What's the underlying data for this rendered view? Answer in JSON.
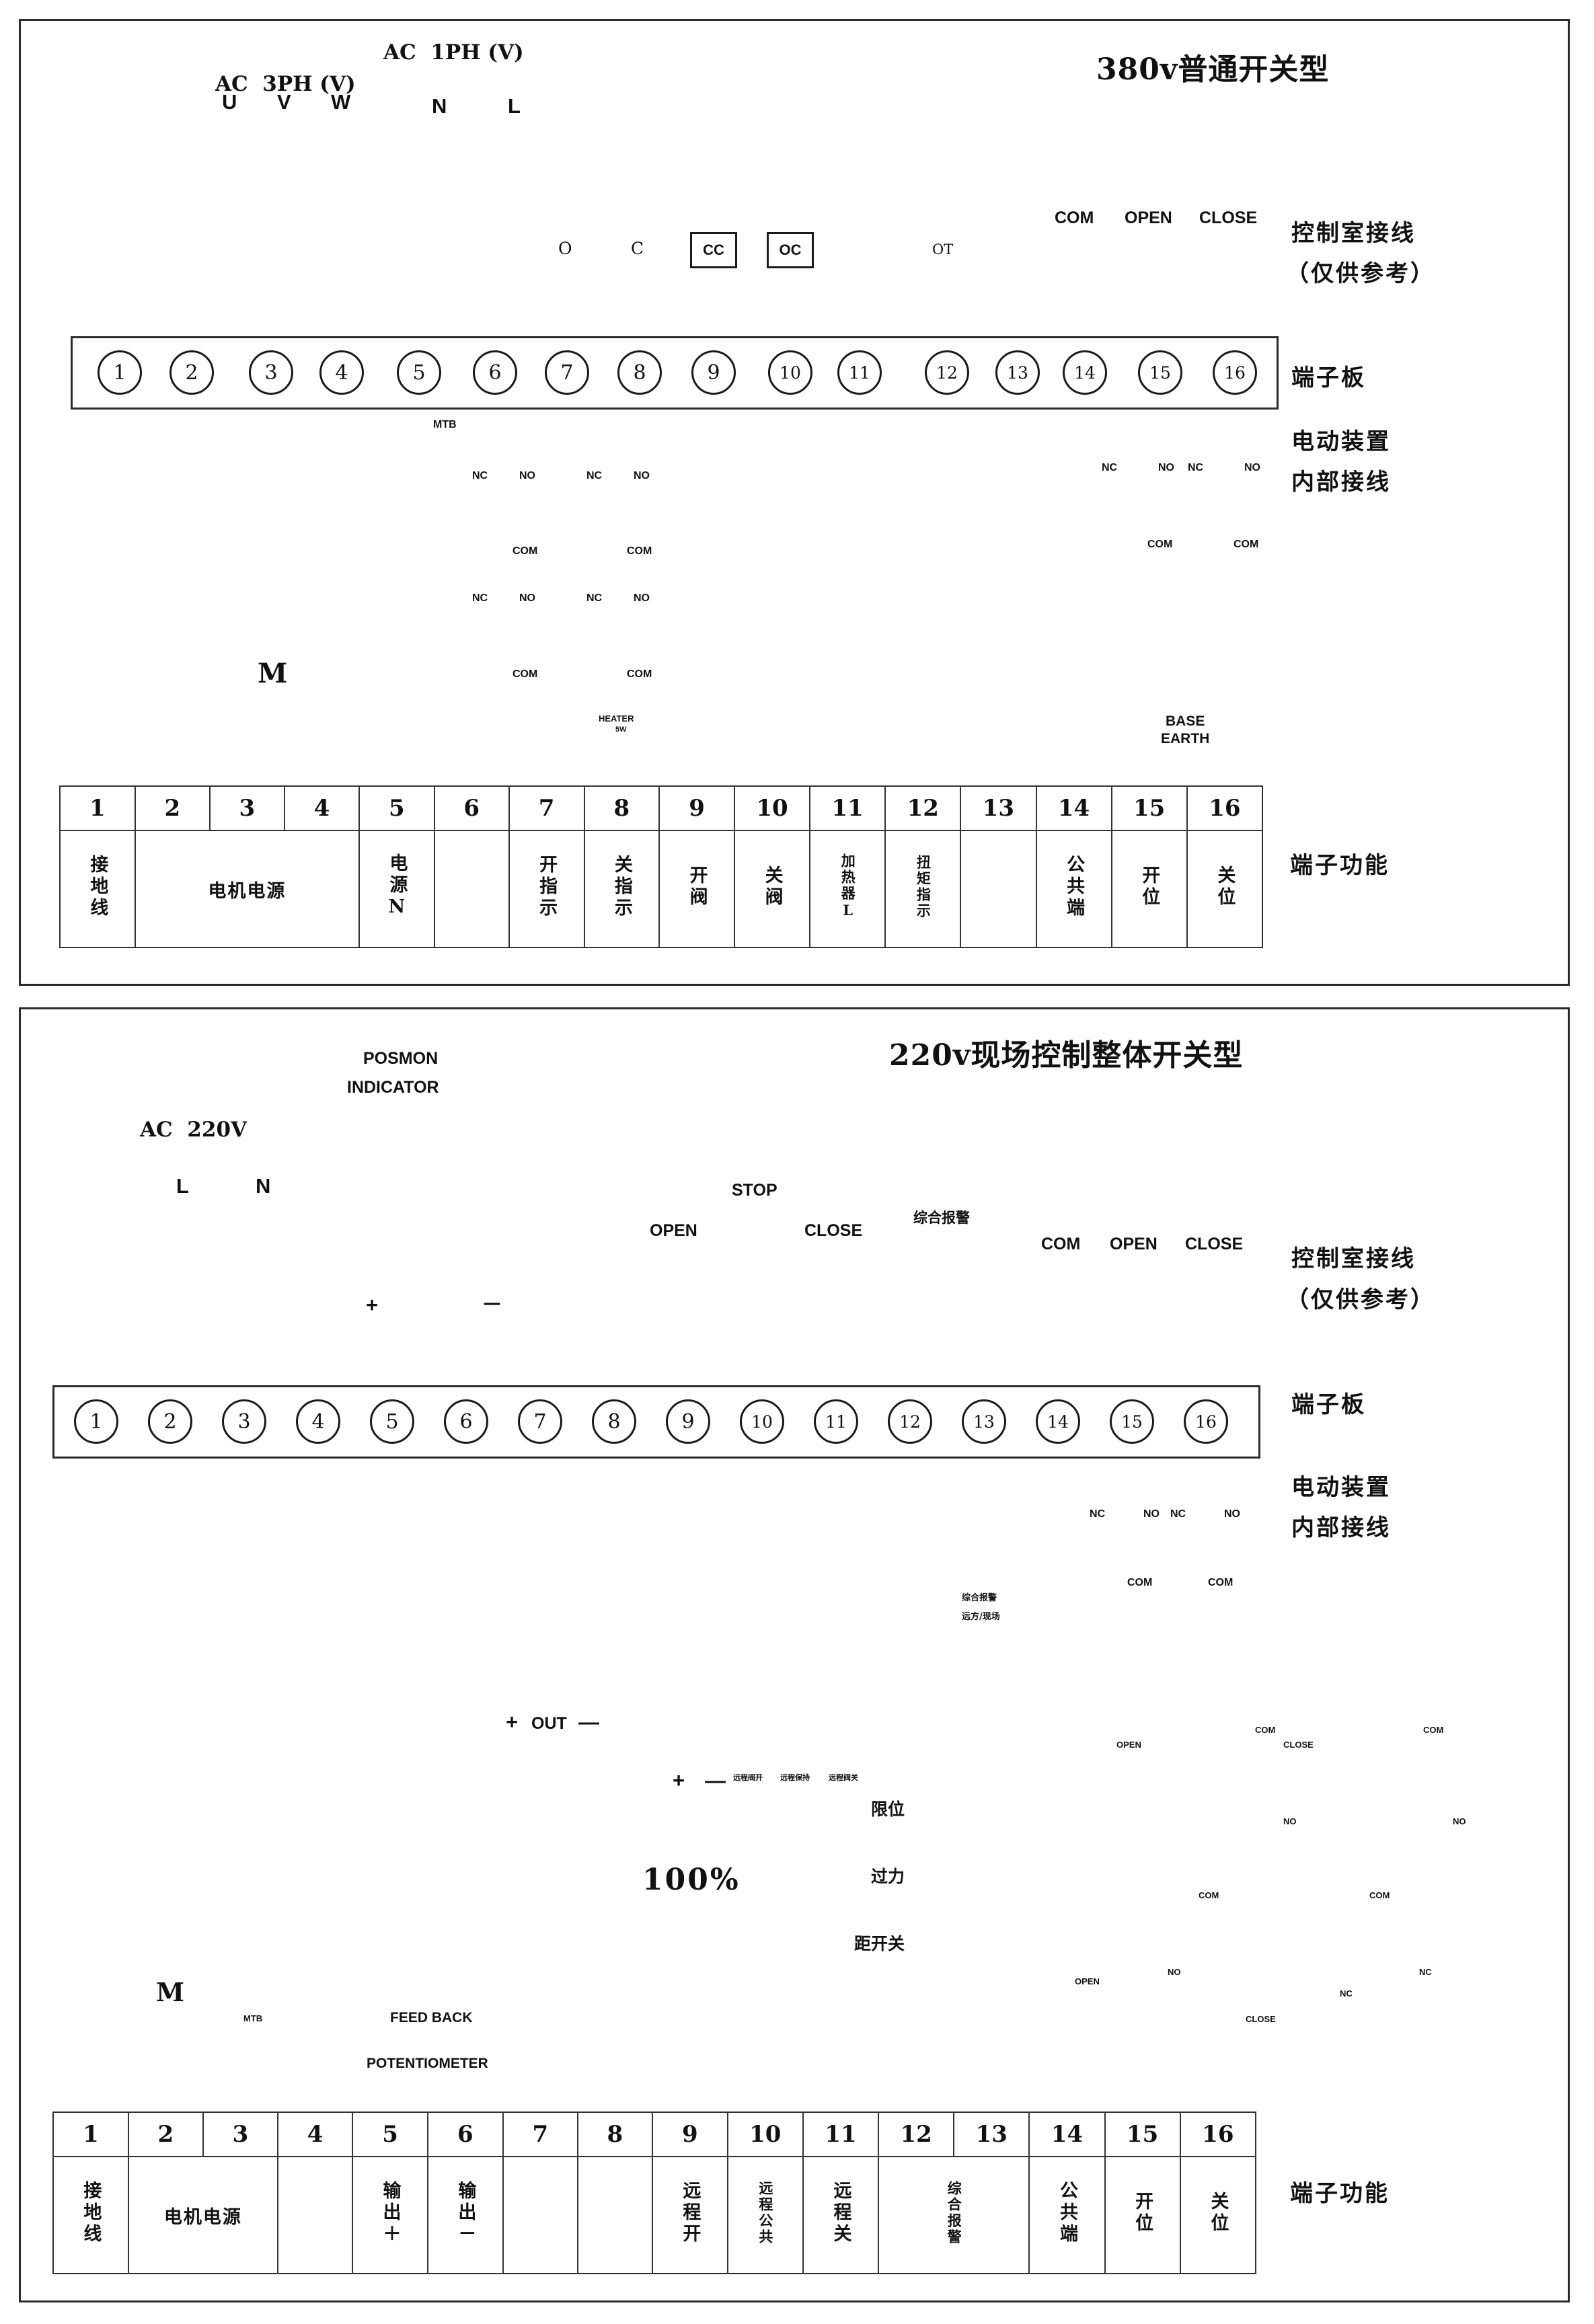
{
  "diagram1": {
    "title": "380v普通开关型",
    "supply_3ph_label": "AC  3PH (V)",
    "supply_1ph_label": "AC  1PH (V)",
    "phase_labels": [
      "U",
      "V",
      "W"
    ],
    "single_phase_labels": [
      "N",
      "L"
    ],
    "lamp_labels": [
      "O",
      "C",
      "CC",
      "OC",
      "OT"
    ],
    "contact_header_labels": [
      "COM",
      "OPEN",
      "CLOSE"
    ],
    "side_labels": {
      "control_room": "控制室接线",
      "control_room_note": "（仅供参考）",
      "terminal_board": "端子板",
      "device_internal_1": "电动装置",
      "device_internal_2": "内部接线",
      "terminal_function": "端子功能"
    },
    "mtb_label": "MTB",
    "switch_labels": [
      "NC",
      "NO",
      "COM"
    ],
    "heater_label": "HEATER",
    "heater_power": "5W",
    "earth_label_1": "BASE",
    "earth_label_2": "EARTH",
    "terminal_numbers": [
      "1",
      "2",
      "3",
      "4",
      "5",
      "6",
      "7",
      "8",
      "9",
      "10",
      "11",
      "12",
      "13",
      "14",
      "15",
      "16"
    ],
    "function_table": {
      "numbers": [
        "1",
        "2",
        "3",
        "4",
        "5",
        "6",
        "7",
        "8",
        "9",
        "10",
        "11",
        "12",
        "13",
        "14",
        "15",
        "16"
      ],
      "cells": [
        {
          "text": "接地线",
          "span": 1,
          "vertical": true
        },
        {
          "text": "电机电源",
          "span": 3,
          "vertical": false
        },
        {
          "text": "电源N",
          "span": 1,
          "vertical": true
        },
        {
          "text": "",
          "span": 1,
          "vertical": true
        },
        {
          "text": "开指示",
          "span": 1,
          "vertical": true
        },
        {
          "text": "关指示",
          "span": 1,
          "vertical": true
        },
        {
          "text": "开阀",
          "span": 1,
          "vertical": true
        },
        {
          "text": "关阀",
          "span": 1,
          "vertical": true
        },
        {
          "text": "加热器L",
          "span": 1,
          "vertical": true,
          "small": true
        },
        {
          "text": "扭矩指示",
          "span": 1,
          "vertical": true,
          "small": true
        },
        {
          "text": "",
          "span": 1,
          "vertical": true
        },
        {
          "text": "公共端",
          "span": 1,
          "vertical": true
        },
        {
          "text": "开位",
          "span": 1,
          "vertical": true
        },
        {
          "text": "关位",
          "span": 1,
          "vertical": true
        }
      ]
    }
  },
  "diagram2": {
    "title": "220v现场控制整体开关型",
    "supply_label": "AC  220V",
    "supply_terminals": [
      "L",
      "N"
    ],
    "posmon_line1": "POSMON",
    "posmon_line2": "INDICATOR",
    "posmon_plus": "+",
    "posmon_minus": "－",
    "button_labels": [
      "OPEN",
      "STOP",
      "CLOSE"
    ],
    "alarm_label": "综合报警",
    "alarm_box_line1": "综合报警",
    "alarm_box_line2": "远方/现场",
    "contact_header_labels": [
      "COM",
      "OPEN",
      "CLOSE"
    ],
    "side_labels": {
      "control_room": "控制室接线",
      "control_room_note": "（仅供参考）",
      "terminal_board": "端子板",
      "device_internal_1": "电动装置",
      "device_internal_2": "内部接线",
      "terminal_function": "端子功能"
    },
    "out_plus": "+",
    "out_label": "OUT",
    "out_minus": "—",
    "remote_plus": "+",
    "remote_minus": "—",
    "remote_labels": [
      "远程阀开",
      "远程保持",
      "远程阀关"
    ],
    "status_labels": [
      "限位",
      "过力",
      "距开关"
    ],
    "percent_value": "100%",
    "feedback_label": "FEED BACK",
    "pot_label": "POTENTIOMETER",
    "mtb_label": "MTB",
    "relay_labels": {
      "open": "OPEN",
      "close": "CLOSE",
      "com": "COM",
      "no": "NO",
      "nc": "NC"
    },
    "switch_labels": [
      "NC",
      "NO",
      "COM"
    ],
    "terminal_numbers": [
      "1",
      "2",
      "3",
      "4",
      "5",
      "6",
      "7",
      "8",
      "9",
      "10",
      "11",
      "12",
      "13",
      "14",
      "15",
      "16"
    ],
    "function_table": {
      "numbers": [
        "1",
        "2",
        "3",
        "4",
        "5",
        "6",
        "7",
        "8",
        "9",
        "10",
        "11",
        "12",
        "13",
        "14",
        "15",
        "16"
      ],
      "cells": [
        {
          "text": "接地线",
          "span": 1,
          "vertical": true
        },
        {
          "text": "电机电源",
          "span": 2,
          "vertical": false
        },
        {
          "text": "",
          "span": 1,
          "vertical": true
        },
        {
          "text": "输出＋",
          "span": 1,
          "vertical": true
        },
        {
          "text": "输出－",
          "span": 1,
          "vertical": true
        },
        {
          "text": "",
          "span": 1,
          "vertical": true
        },
        {
          "text": "",
          "span": 1,
          "vertical": true
        },
        {
          "text": "远程开",
          "span": 1,
          "vertical": true
        },
        {
          "text": "远程公共",
          "span": 1,
          "vertical": true,
          "small": true
        },
        {
          "text": "远程关",
          "span": 1,
          "vertical": true
        },
        {
          "text": "综合报警",
          "span": 2,
          "vertical": true,
          "small": true
        },
        {
          "text": "公共端",
          "span": 1,
          "vertical": true
        },
        {
          "text": "开位",
          "span": 1,
          "vertical": true
        },
        {
          "text": "关位",
          "span": 1,
          "vertical": true
        }
      ]
    }
  },
  "colors": {
    "line": "#1a1a1a",
    "frame": "#2b2b2b",
    "background": "#ffffff"
  }
}
